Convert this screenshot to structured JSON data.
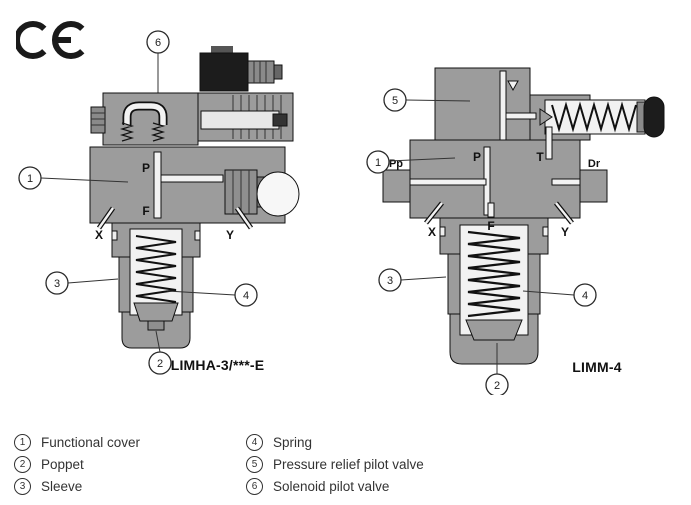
{
  "ce_mark": "CE",
  "diagrams": {
    "left": {
      "model": "LIMHA-3/***-E",
      "ports": {
        "p": "P",
        "f": "F",
        "x": "X",
        "y": "Y"
      },
      "callouts": {
        "c1": "1",
        "c2": "2",
        "c3": "3",
        "c4": "4",
        "c6": "6"
      }
    },
    "right": {
      "model": "LIMM-4",
      "ports": {
        "p": "P",
        "t": "T",
        "pp": "Pp",
        "dr": "Dr",
        "x": "X",
        "f": "F",
        "y": "Y"
      },
      "callouts": {
        "c1": "1",
        "c2": "2",
        "c3": "3",
        "c4": "4",
        "c5": "5"
      }
    }
  },
  "legend": {
    "items": [
      {
        "num": "1",
        "label": "Functional cover"
      },
      {
        "num": "2",
        "label": "Poppet"
      },
      {
        "num": "3",
        "label": "Sleeve"
      },
      {
        "num": "4",
        "label": "Spring"
      },
      {
        "num": "5",
        "label": "Pressure relief pilot valve"
      },
      {
        "num": "6",
        "label": "Solenoid pilot valve"
      }
    ]
  },
  "colors": {
    "body_gray": "#9c9c9c",
    "outline": "#111111",
    "cavity": "#f2f2f2",
    "connector_black": "#1c1c1c"
  }
}
